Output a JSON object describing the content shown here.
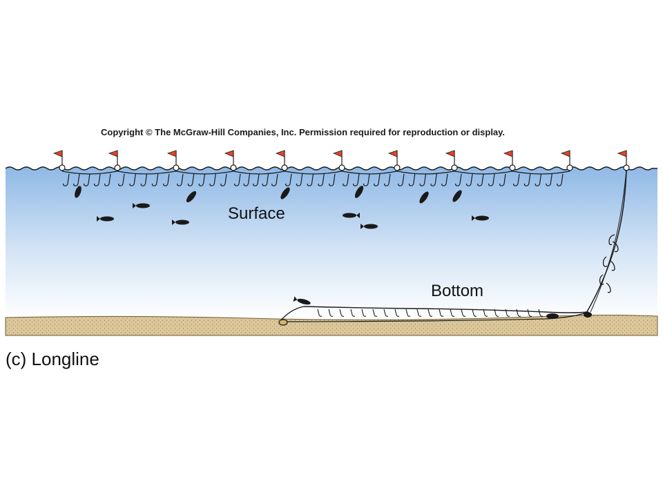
{
  "copyright": "Copyright © The McGraw-Hill Companies, Inc. Permission required for reproduction or display.",
  "labels": {
    "surface": "Surface",
    "bottom": "Bottom"
  },
  "caption": "(c) Longline",
  "colors": {
    "water_top": "#8fb9e6",
    "water_bottom": "#ffffff",
    "seabed": "#dcc79a",
    "flag": "#e0452a",
    "line": "#1a1a1a"
  }
}
